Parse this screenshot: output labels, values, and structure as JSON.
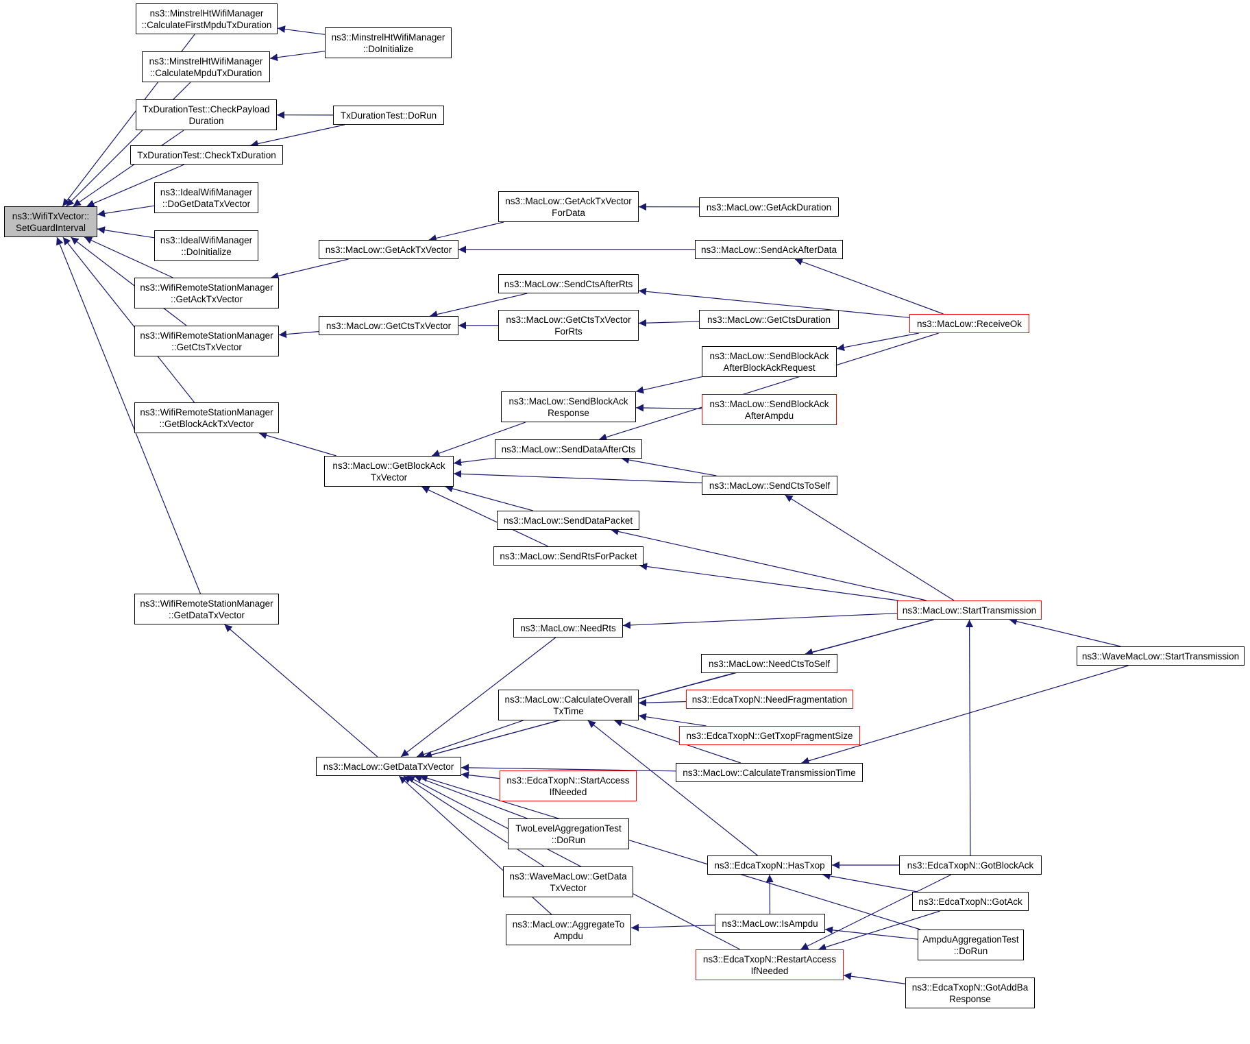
{
  "graph": {
    "root": "n0",
    "colors": {
      "edge": "#191970",
      "node_border": "#000000",
      "node_border_truncated": "#ff0000",
      "root_fill": "#bfbfbf",
      "node_fill": "#ffffff"
    },
    "nodes": [
      {
        "id": "n0",
        "lines": [
          "ns3::WifiTxVector::",
          "SetGuardInterval"
        ],
        "style": "root"
      },
      {
        "id": "n1",
        "lines": [
          "ns3::MinstrelHtWifiManager",
          "::CalculateFirstMpduTxDuration"
        ],
        "style": "normal"
      },
      {
        "id": "n2",
        "lines": [
          "ns3::MinstrelHtWifiManager",
          "::DoInitialize"
        ],
        "style": "normal"
      },
      {
        "id": "n3",
        "lines": [
          "ns3::MinstrelHtWifiManager",
          "::CalculateMpduTxDuration"
        ],
        "style": "normal"
      },
      {
        "id": "n4",
        "lines": [
          "TxDurationTest::CheckPayload",
          "Duration"
        ],
        "style": "normal"
      },
      {
        "id": "n5",
        "lines": [
          "TxDurationTest::DoRun"
        ],
        "style": "normal"
      },
      {
        "id": "n6",
        "lines": [
          "TxDurationTest::CheckTxDuration"
        ],
        "style": "normal"
      },
      {
        "id": "n7",
        "lines": [
          "ns3::IdealWifiManager",
          "::DoGetDataTxVector"
        ],
        "style": "normal"
      },
      {
        "id": "n8",
        "lines": [
          "ns3::IdealWifiManager",
          "::DoInitialize"
        ],
        "style": "normal"
      },
      {
        "id": "n9",
        "lines": [
          "ns3::WifiRemoteStationManager",
          "::GetAckTxVector"
        ],
        "style": "normal"
      },
      {
        "id": "n10",
        "lines": [
          "ns3::WifiRemoteStationManager",
          "::GetCtsTxVector"
        ],
        "style": "normal"
      },
      {
        "id": "n11",
        "lines": [
          "ns3::WifiRemoteStationManager",
          "::GetBlockAckTxVector"
        ],
        "style": "normal"
      },
      {
        "id": "n12",
        "lines": [
          "ns3::WifiRemoteStationManager",
          "::GetDataTxVector"
        ],
        "style": "normal"
      },
      {
        "id": "n13",
        "lines": [
          "ns3::MacLow::GetAckTxVector"
        ],
        "style": "normal"
      },
      {
        "id": "n14",
        "lines": [
          "ns3::MacLow::GetAckTxVector",
          "ForData"
        ],
        "style": "normal"
      },
      {
        "id": "n15",
        "lines": [
          "ns3::MacLow::GetAckDuration"
        ],
        "style": "normal"
      },
      {
        "id": "n16",
        "lines": [
          "ns3::MacLow::SendAckAfterData"
        ],
        "style": "normal"
      },
      {
        "id": "n17",
        "lines": [
          "ns3::MacLow::GetCtsTxVector"
        ],
        "style": "normal"
      },
      {
        "id": "n18",
        "lines": [
          "ns3::MacLow::SendCtsAfterRts"
        ],
        "style": "normal"
      },
      {
        "id": "n19",
        "lines": [
          "ns3::MacLow::GetCtsTxVector",
          "ForRts"
        ],
        "style": "normal"
      },
      {
        "id": "n20",
        "lines": [
          "ns3::MacLow::GetCtsDuration"
        ],
        "style": "normal"
      },
      {
        "id": "n21",
        "lines": [
          "ns3::MacLow::ReceiveOk"
        ],
        "style": "red"
      },
      {
        "id": "n22",
        "lines": [
          "ns3::MacLow::SendBlockAck",
          "AfterBlockAckRequest"
        ],
        "style": "normal"
      },
      {
        "id": "n23",
        "lines": [
          "ns3::MacLow::SendBlockAck",
          "Response"
        ],
        "style": "normal"
      },
      {
        "id": "n24",
        "lines": [
          "ns3::MacLow::SendBlockAck",
          "AfterAmpdu"
        ],
        "style": "red"
      },
      {
        "id": "n25",
        "lines": [
          "ns3::MacLow::GetBlockAck",
          "TxVector"
        ],
        "style": "normal"
      },
      {
        "id": "n26",
        "lines": [
          "ns3::MacLow::SendDataAfterCts"
        ],
        "style": "normal"
      },
      {
        "id": "n27",
        "lines": [
          "ns3::MacLow::SendCtsToSelf"
        ],
        "style": "normal"
      },
      {
        "id": "n28",
        "lines": [
          "ns3::MacLow::SendDataPacket"
        ],
        "style": "normal"
      },
      {
        "id": "n29",
        "lines": [
          "ns3::MacLow::SendRtsForPacket"
        ],
        "style": "normal"
      },
      {
        "id": "n30",
        "lines": [
          "ns3::MacLow::StartTransmission"
        ],
        "style": "red"
      },
      {
        "id": "n31",
        "lines": [
          "ns3::MacLow::NeedRts"
        ],
        "style": "normal"
      },
      {
        "id": "n32",
        "lines": [
          "ns3::MacLow::NeedCtsToSelf"
        ],
        "style": "normal"
      },
      {
        "id": "n33",
        "lines": [
          "ns3::WaveMacLow::StartTransmission"
        ],
        "style": "normal"
      },
      {
        "id": "n34",
        "lines": [
          "ns3::MacLow::CalculateOverall",
          "TxTime"
        ],
        "style": "normal"
      },
      {
        "id": "n35",
        "lines": [
          "ns3::EdcaTxopN::NeedFragmentation"
        ],
        "style": "red"
      },
      {
        "id": "n36",
        "lines": [
          "ns3::EdcaTxopN::GetTxopFragmentSize"
        ],
        "style": "red"
      },
      {
        "id": "n37",
        "lines": [
          "ns3::MacLow::GetDataTxVector"
        ],
        "style": "normal"
      },
      {
        "id": "n38",
        "lines": [
          "ns3::MacLow::CalculateTransmissionTime"
        ],
        "style": "normal"
      },
      {
        "id": "n39",
        "lines": [
          "ns3::EdcaTxopN::StartAccess",
          "IfNeeded"
        ],
        "style": "red"
      },
      {
        "id": "n40",
        "lines": [
          "TwoLevelAggregationTest",
          "::DoRun"
        ],
        "style": "normal"
      },
      {
        "id": "n41",
        "lines": [
          "ns3::EdcaTxopN::HasTxop"
        ],
        "style": "normal"
      },
      {
        "id": "n42",
        "lines": [
          "ns3::EdcaTxopN::GotBlockAck"
        ],
        "style": "normal"
      },
      {
        "id": "n43",
        "lines": [
          "ns3::WaveMacLow::GetData",
          "TxVector"
        ],
        "style": "normal"
      },
      {
        "id": "n44",
        "lines": [
          "ns3::EdcaTxopN::GotAck"
        ],
        "style": "normal"
      },
      {
        "id": "n45",
        "lines": [
          "ns3::MacLow::AggregateTo",
          "Ampdu"
        ],
        "style": "normal"
      },
      {
        "id": "n46",
        "lines": [
          "ns3::MacLow::IsAmpdu"
        ],
        "style": "normal"
      },
      {
        "id": "n47",
        "lines": [
          "AmpduAggregationTest",
          "::DoRun"
        ],
        "style": "normal"
      },
      {
        "id": "n48",
        "lines": [
          "ns3::EdcaTxopN::RestartAccess",
          "IfNeeded"
        ],
        "style": "red"
      },
      {
        "id": "n49",
        "lines": [
          "ns3::EdcaTxopN::GotAddBa",
          "Response"
        ],
        "style": "normal"
      }
    ],
    "edges": [
      {
        "from": "n1",
        "to": "n0"
      },
      {
        "from": "n2",
        "to": "n1"
      },
      {
        "from": "n3",
        "to": "n0"
      },
      {
        "from": "n2",
        "to": "n3"
      },
      {
        "from": "n4",
        "to": "n0"
      },
      {
        "from": "n5",
        "to": "n4"
      },
      {
        "from": "n6",
        "to": "n0"
      },
      {
        "from": "n5",
        "to": "n6"
      },
      {
        "from": "n7",
        "to": "n0"
      },
      {
        "from": "n8",
        "to": "n0"
      },
      {
        "from": "n9",
        "to": "n0"
      },
      {
        "from": "n10",
        "to": "n0"
      },
      {
        "from": "n11",
        "to": "n0"
      },
      {
        "from": "n12",
        "to": "n0"
      },
      {
        "from": "n13",
        "to": "n9"
      },
      {
        "from": "n14",
        "to": "n13"
      },
      {
        "from": "n16",
        "to": "n13"
      },
      {
        "from": "n15",
        "to": "n14"
      },
      {
        "from": "n21",
        "to": "n16"
      },
      {
        "from": "n17",
        "to": "n10"
      },
      {
        "from": "n18",
        "to": "n17"
      },
      {
        "from": "n19",
        "to": "n17"
      },
      {
        "from": "n20",
        "to": "n19"
      },
      {
        "from": "n21",
        "to": "n18"
      },
      {
        "from": "n25",
        "to": "n11"
      },
      {
        "from": "n23",
        "to": "n25"
      },
      {
        "from": "n26",
        "to": "n25"
      },
      {
        "from": "n27",
        "to": "n25"
      },
      {
        "from": "n28",
        "to": "n25"
      },
      {
        "from": "n29",
        "to": "n25"
      },
      {
        "from": "n22",
        "to": "n23"
      },
      {
        "from": "n24",
        "to": "n23"
      },
      {
        "from": "n21",
        "to": "n22"
      },
      {
        "from": "n21",
        "to": "n26"
      },
      {
        "from": "n27",
        "to": "n26"
      },
      {
        "from": "n30",
        "to": "n27"
      },
      {
        "from": "n30",
        "to": "n28"
      },
      {
        "from": "n30",
        "to": "n29"
      },
      {
        "from": "n37",
        "to": "n12"
      },
      {
        "from": "n30",
        "to": "n37"
      },
      {
        "from": "n31",
        "to": "n37"
      },
      {
        "from": "n32",
        "to": "n37"
      },
      {
        "from": "n34",
        "to": "n37"
      },
      {
        "from": "n38",
        "to": "n37"
      },
      {
        "from": "n39",
        "to": "n37"
      },
      {
        "from": "n40",
        "to": "n37"
      },
      {
        "from": "n43",
        "to": "n37"
      },
      {
        "from": "n45",
        "to": "n37"
      },
      {
        "from": "n48",
        "to": "n37"
      },
      {
        "from": "n47",
        "to": "n37"
      },
      {
        "from": "n30",
        "to": "n31"
      },
      {
        "from": "n30",
        "to": "n32"
      },
      {
        "from": "n33",
        "to": "n30"
      },
      {
        "from": "n42",
        "to": "n30"
      },
      {
        "from": "n35",
        "to": "n34"
      },
      {
        "from": "n36",
        "to": "n34"
      },
      {
        "from": "n38",
        "to": "n34"
      },
      {
        "from": "n41",
        "to": "n34"
      },
      {
        "from": "n33",
        "to": "n38"
      },
      {
        "from": "n42",
        "to": "n41"
      },
      {
        "from": "n44",
        "to": "n41"
      },
      {
        "from": "n46",
        "to": "n45"
      },
      {
        "from": "n46",
        "to": "n41"
      },
      {
        "from": "n47",
        "to": "n46"
      },
      {
        "from": "n42",
        "to": "n48"
      },
      {
        "from": "n44",
        "to": "n48"
      },
      {
        "from": "n49",
        "to": "n48"
      }
    ]
  }
}
